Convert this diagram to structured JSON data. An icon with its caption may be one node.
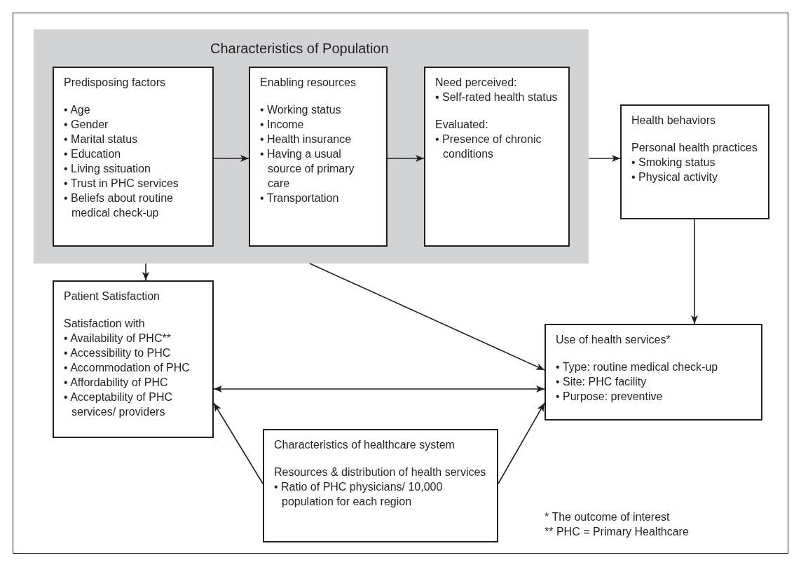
{
  "diagram": {
    "nodes": [
      {
        "text": [
          "Characteristics of Population"
        ]
      },
      {
        "text": [
          "Predisposing factors",
          "• Age",
          "• Gender",
          "• Marital status",
          "• Education",
          "• Living ssituation",
          "• Trust in PHC services",
          "• Beliefs about routine medical check-up"
        ],
        "in": 0
      },
      {
        "text": [
          "Enabling resources",
          "• Working status",
          "• Income",
          "• Health insurance",
          "• Having a usual source of primary care",
          "• Transportation"
        ],
        "in": 0
      },
      {
        "text": [
          "Need perceived:",
          "• Self-rated health status",
          "Evaluated:",
          "• Presence of chronic conditions"
        ],
        "in": 0
      },
      {
        "text": [
          "Health behaviors",
          "Personal health practices",
          "• Smoking status",
          "• Physical activity"
        ]
      },
      {
        "text": [
          "Patient Satisfaction",
          "Satisfaction with",
          "• Availability of PHC**",
          "• Accessibility to PHC",
          "• Accommodation of PHC",
          "• Affordability of PHC",
          "• Acceptability of PHC services/ providers"
        ]
      },
      {
        "text": [
          "Use of health services*",
          "• Type: routine medical check-up",
          "• Site: PHC facility",
          "• Purpose: preventive"
        ]
      },
      {
        "text": [
          "Characteristics of healthcare system",
          "Resources & distribution of health services",
          "• Ratio of PHC physicians/ 10,000 population for each region"
        ]
      }
    ],
    "edges": [
      {
        "from": 1,
        "to": 2,
        "arrow": "to"
      },
      {
        "from": 2,
        "to": 3,
        "arrow": "to"
      },
      {
        "from": 0,
        "to": 4,
        "arrow": "to"
      },
      {
        "from": 0,
        "to": 5,
        "arrow": "to"
      },
      {
        "from": 0,
        "to": 6,
        "arrow": "to"
      },
      {
        "from": 4,
        "to": 6,
        "arrow": "to"
      },
      {
        "from": 5,
        "to": 6,
        "arrow": "both"
      },
      {
        "from": 7,
        "to": 5,
        "arrow": "to"
      },
      {
        "from": 7,
        "to": 6,
        "arrow": "to"
      }
    ],
    "labels": [
      "* The outcome of interest",
      "** PHC = Primary Healthcare"
    ]
  }
}
